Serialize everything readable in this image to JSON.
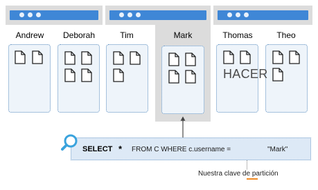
{
  "partitions": [
    {
      "name": "Andrew",
      "docs": 2
    },
    {
      "name": "Deborah",
      "docs": 4
    },
    {
      "name": "Tim",
      "docs": 3
    },
    {
      "name": "Mark",
      "docs": 4
    },
    {
      "name": "Thomas",
      "docs": 2
    },
    {
      "name": "Theo",
      "docs": 3
    }
  ],
  "overlay_text": "HACER",
  "query": {
    "select": "SELECT",
    "star": "*",
    "clause": "FROM C WHERE c.username =",
    "value": "\"Mark\""
  },
  "caption": "Nuestra clave de partición",
  "colors": {
    "server_bar": "#3f87d6",
    "server_bg": "#dcdcdc",
    "highlight_bg": "#dcdcdc",
    "partition_fill": "#eef4fa",
    "query_fill": "#dde9f6",
    "accent_underline": "#f08a24"
  }
}
